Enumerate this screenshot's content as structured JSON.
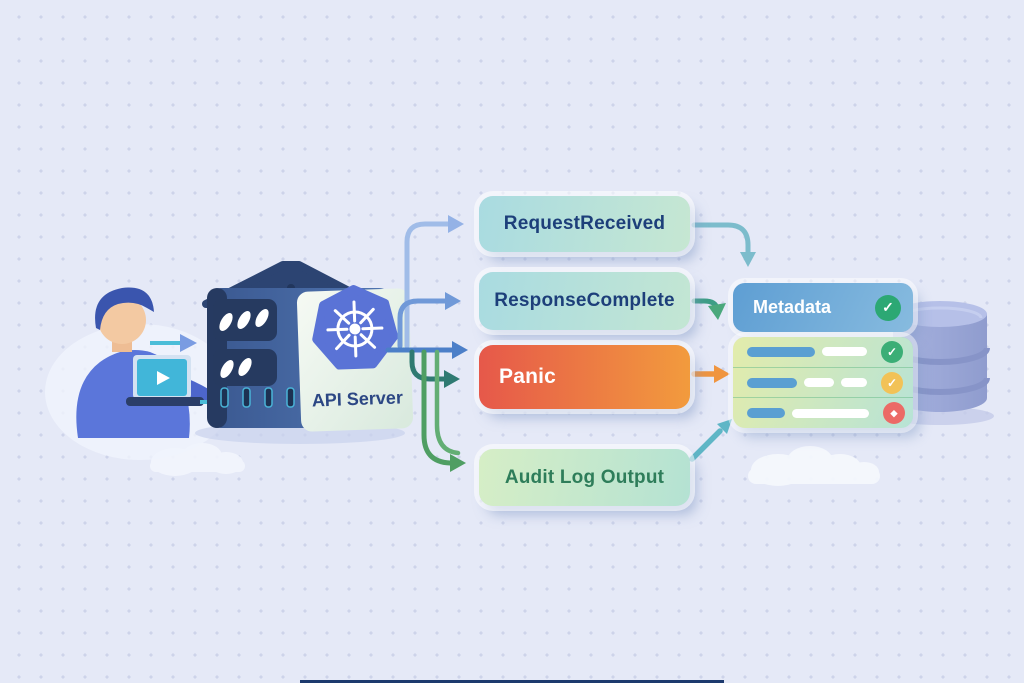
{
  "background": {
    "base_color": "#e5e9f7",
    "dot_color": "#98a0cd"
  },
  "actor": {
    "name": "user-with-laptop",
    "shirt_color": "#5b76da",
    "laptop_screen_color": "#41b6d9",
    "play_icon": "▶"
  },
  "server": {
    "label": "API Server",
    "logo": "kubernetes-helm",
    "logo_color": "#5a73d6",
    "body_color": "#3f5f9e",
    "roof_color": "#2c4472"
  },
  "stages": [
    {
      "id": "request-received",
      "label": "RequestReceived",
      "bg_from": "#a9dbe1",
      "bg_to": "#c6e7d2",
      "text_color": "#1d3f7a"
    },
    {
      "id": "response-complete",
      "label": "ResponseComplete",
      "bg_from": "#a9dbe1",
      "bg_to": "#c3e6d3",
      "text_color": "#1d3f7a"
    },
    {
      "id": "panic",
      "label": "Panic",
      "bg_from": "#e6584a",
      "bg_to": "#f29b3d",
      "text_color": "#ffffff"
    },
    {
      "id": "audit-log-output",
      "label": "Audit Log Output",
      "bg_from": "#d6eec6",
      "bg_to": "#b4e2d3",
      "text_color": "#2e7d5a"
    }
  ],
  "metadata_panel": {
    "header": {
      "label": "Metadata",
      "status_icon": "✓",
      "status_color": "#2ca874"
    },
    "rows": [
      {
        "status": "success",
        "icon": "✓",
        "icon_color": "#3bae76"
      },
      {
        "status": "warning",
        "icon": "✓",
        "icon_color": "#f2c257"
      },
      {
        "status": "error",
        "icon": "◆",
        "icon_color": "#ec6a66"
      }
    ]
  },
  "database": {
    "name": "storage-cylinder",
    "color": "#9ca9d8"
  },
  "flows": [
    {
      "from": "user",
      "to": "api-server",
      "color": "#4bbdd8"
    },
    {
      "from": "api-server",
      "to": "RequestReceived",
      "color": "#a0bce8"
    },
    {
      "from": "api-server",
      "to": "ResponseComplete",
      "color": "#7099d8"
    },
    {
      "from": "api-server",
      "to": "Panic",
      "color": "#4c7fc8"
    },
    {
      "from": "api-server",
      "to": "Panic",
      "color": "#2f7a72"
    },
    {
      "from": "api-server",
      "to": "Audit Log Output",
      "color": "#4f9e63"
    },
    {
      "from": "RequestReceived",
      "to": "Metadata",
      "color": "#7cbccc"
    },
    {
      "from": "ResponseComplete",
      "to": "Metadata",
      "color": "#3d9e86"
    },
    {
      "from": "Panic",
      "to": "Metadata",
      "color": "#f0953f"
    },
    {
      "from": "Audit Log Output",
      "to": "Metadata",
      "color": "#5fb6c6"
    }
  ]
}
